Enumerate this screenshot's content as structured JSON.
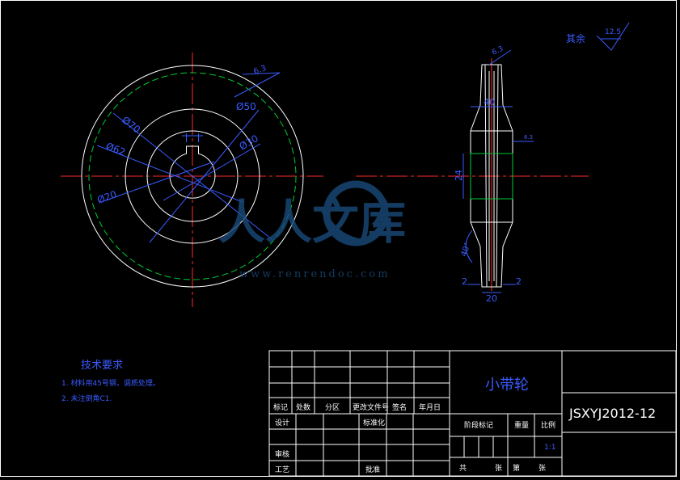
{
  "drawing": {
    "title": "小带轮",
    "drawing_number": "JSXYJ2012-12",
    "surface_finish_rest": "其余",
    "surface_finish_value": "12.5"
  },
  "front_view": {
    "dims": {
      "d70": "Ø70",
      "d50": "Ø50",
      "d62": "Ø62",
      "d30": "Ø30",
      "d20": "Ø20",
      "r32": "6.3"
    }
  },
  "side_view": {
    "dims": {
      "top_rough": "6.3",
      "width40": "40",
      "height24": "24",
      "angle": "40°",
      "width20": "20",
      "left2": "2",
      "right2": "2",
      "rough_right": "6.3"
    }
  },
  "tech_requirements": {
    "heading": "技术要求",
    "items": [
      "1. 材料用45号钢，调质处理。",
      "2. 未注倒角C1."
    ]
  },
  "title_block": {
    "row_labels": [
      "标记",
      "处数",
      "分区",
      "更改文件号",
      "签名",
      "年月日"
    ],
    "designer": "设计",
    "standardize": "标准化",
    "reviewer": "审核",
    "process": "工艺",
    "approve": "批准",
    "stage_mark": "阶段标记",
    "weight": "重量",
    "scale": "比例",
    "scale_value": "1:1",
    "total": "共",
    "sheets": "张",
    "page_of": "第",
    "sheet2": "张"
  },
  "watermark": {
    "brand": "人人文库",
    "url": "www.renrendoc.com"
  },
  "colors": {
    "outline": "#ffffff",
    "center": "#ff2a2a",
    "dimension": "#3a5bff",
    "hidden": "#00cc33",
    "watermark": "#1a4a7a"
  }
}
